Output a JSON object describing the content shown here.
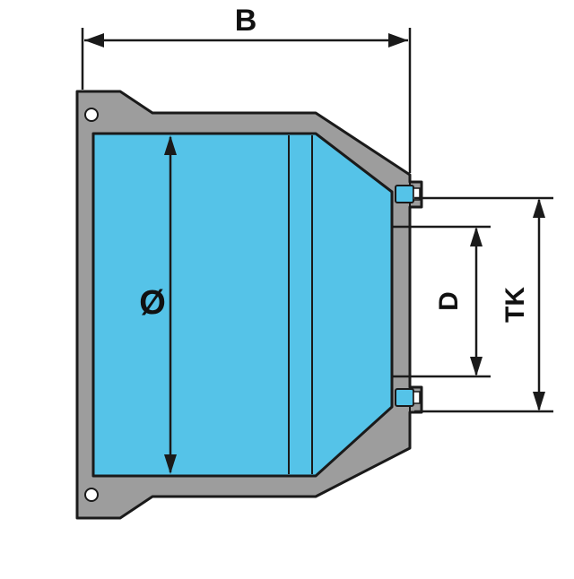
{
  "diagram": {
    "labels": {
      "overall_width": "B",
      "drum_diameter": "Ø",
      "pilot_diameter": "D",
      "bolt_circle_diameter": "TK"
    },
    "colors": {
      "section_fill": "#55c3e8",
      "metal_fill": "#9d9d9d",
      "hole_fill": "#55c3e8",
      "outline": "#1a1a1a",
      "background": "#ffffff"
    }
  }
}
